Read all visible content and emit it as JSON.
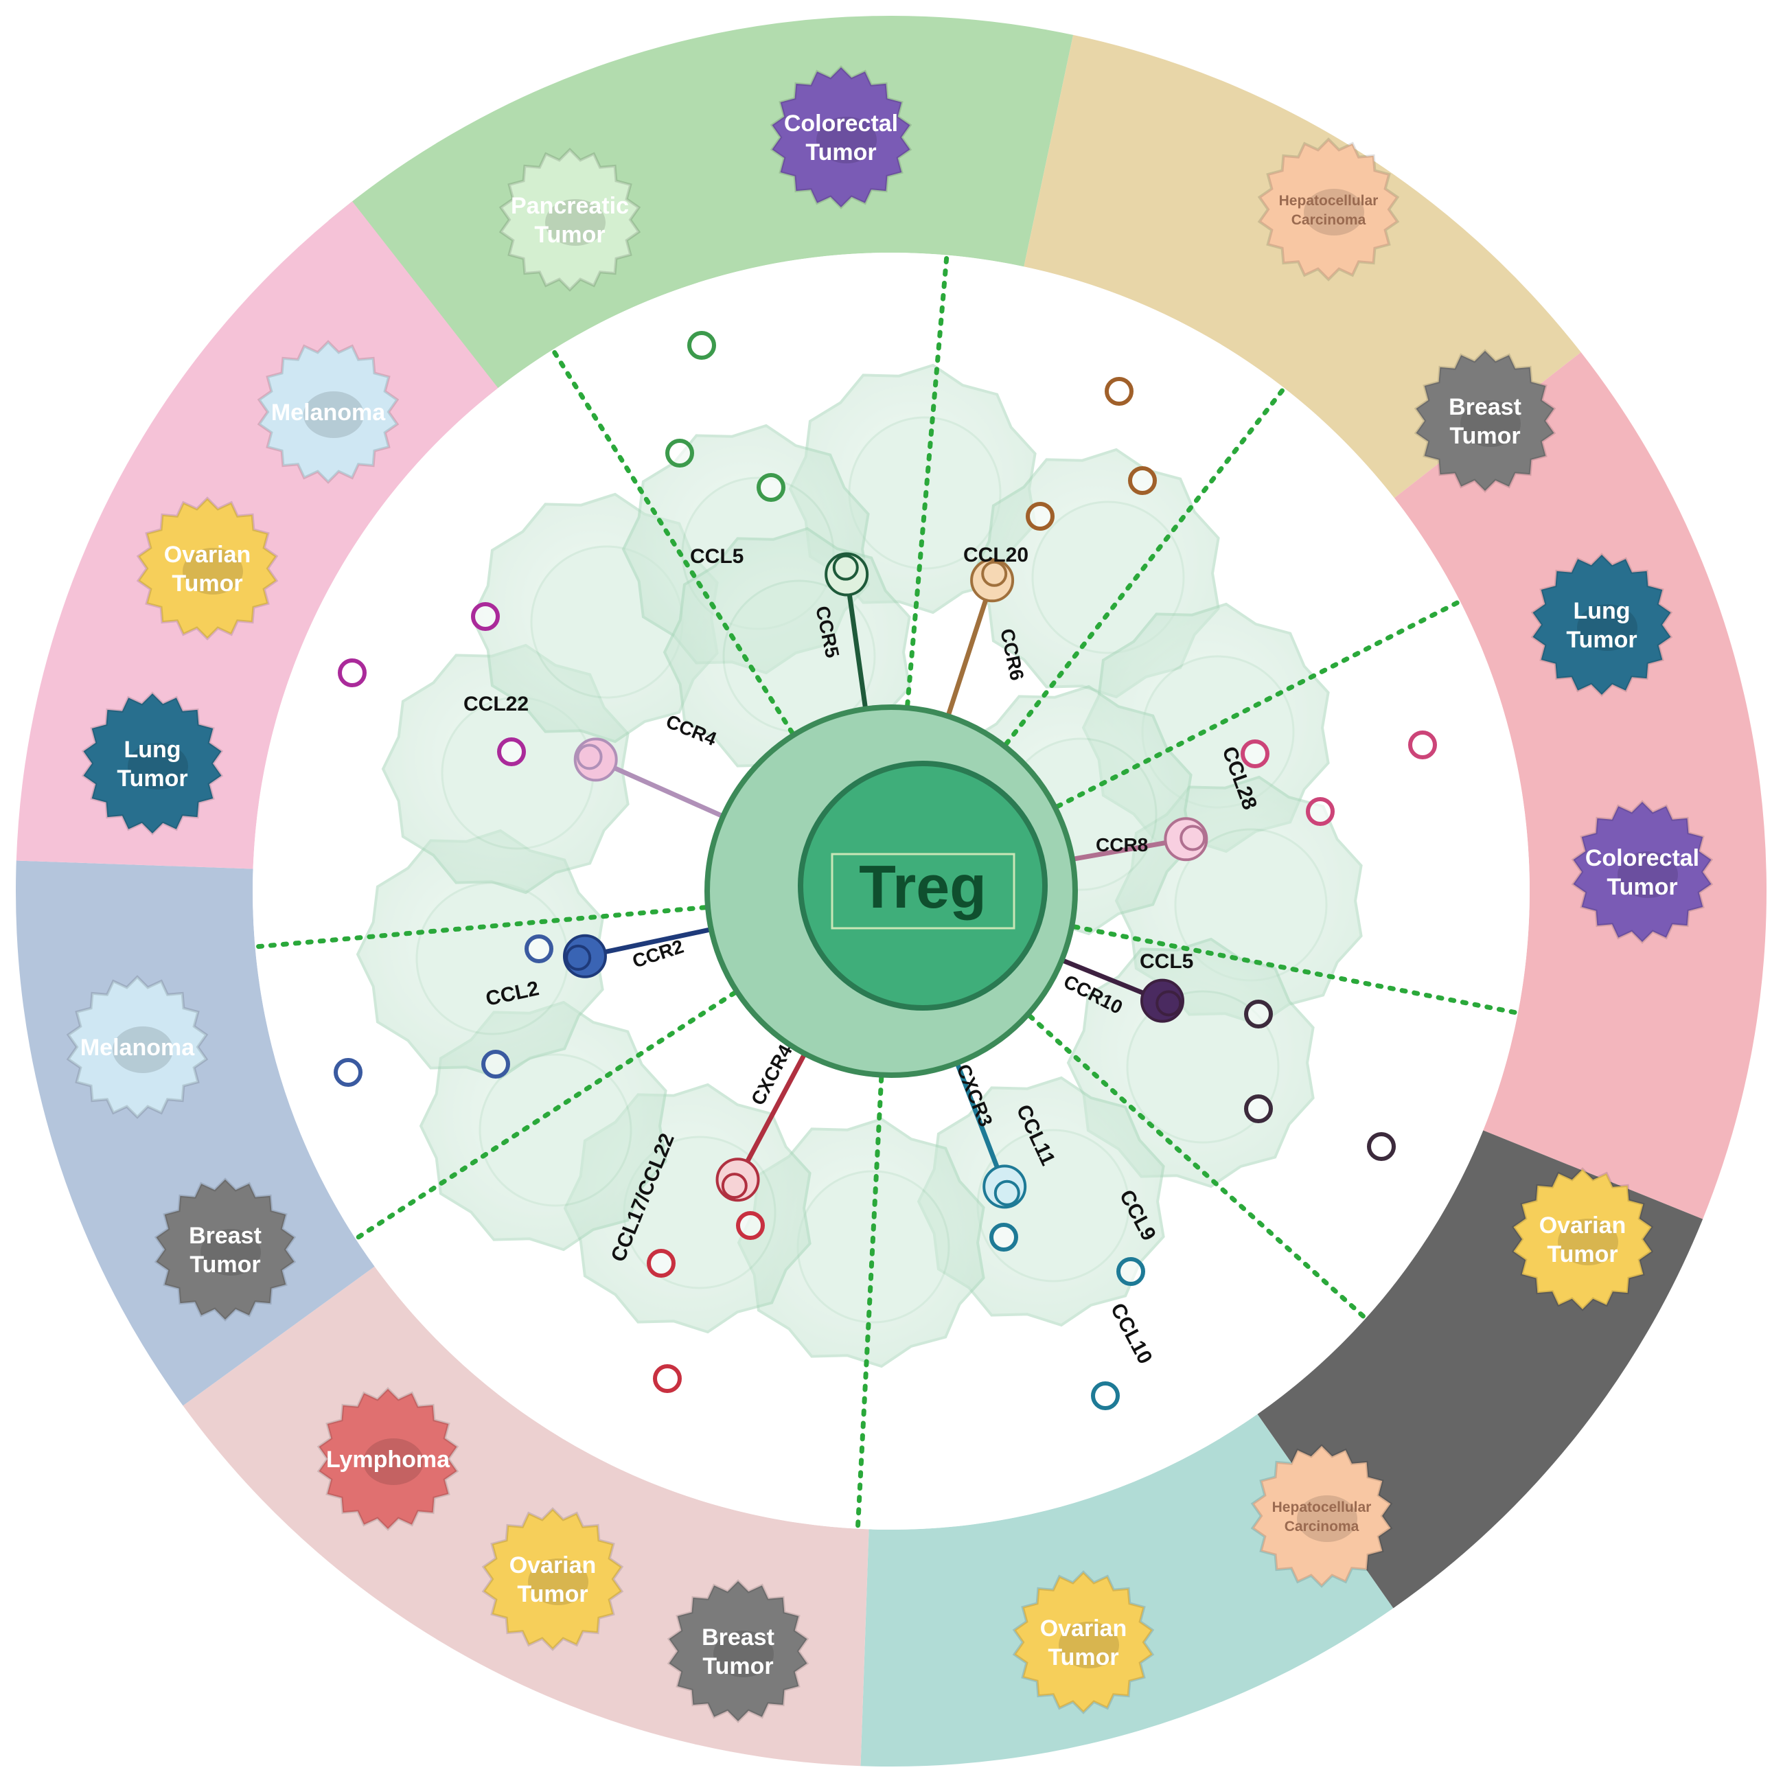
{
  "center": {
    "label": "Treg"
  },
  "sectors": [
    {
      "color": "#b2dcae",
      "tumors": [
        {
          "label": "Colorectal Tumor",
          "color": "#7a5bb5",
          "text_color": "#ffffff"
        },
        {
          "label": "Pancreatic Tumor",
          "color": "#d4efd0",
          "text_color": "#86cc90"
        }
      ]
    },
    {
      "color": "#e8d6a8",
      "tumors": [
        {
          "label": "Hepatocellular Carcinoma",
          "color": "#f8c7a3",
          "text_color": "#9a6a50"
        }
      ]
    },
    {
      "color": "#f3b6bd",
      "tumors": [
        {
          "label": "Breast Tumor",
          "color": "#7b7b7b",
          "text_color": "#dddddd"
        },
        {
          "label": "Lung Tumor",
          "color": "#286f8e",
          "text_color": "#9fd2e6"
        },
        {
          "label": "Colorectal Tumor",
          "color": "#7a5bb5",
          "text_color": "#ffffff"
        }
      ]
    },
    {
      "color": "#666666",
      "tumors": [
        {
          "label": "Ovarian Tumor",
          "color": "#f6cf5a",
          "text_color": "#a87b3a"
        }
      ]
    },
    {
      "color": "#b1dcd6",
      "tumors": [
        {
          "label": "Hepatocellular Carcinoma",
          "color": "#f8c7a3",
          "text_color": "#9a6a50"
        },
        {
          "label": "Ovarian Tumor",
          "color": "#f6cf5a",
          "text_color": "#a87b3a"
        }
      ]
    },
    {
      "color": "#ecd0d0",
      "tumors": [
        {
          "label": "Breast Tumor",
          "color": "#7b7b7b",
          "text_color": "#dddddd"
        },
        {
          "label": "Ovarian Tumor",
          "color": "#f6cf5a",
          "text_color": "#a87b3a"
        },
        {
          "label": "Lymphoma",
          "color": "#e07070",
          "text_color": "#f7caca"
        }
      ]
    },
    {
      "color": "#b4c5dc",
      "tumors": [
        {
          "label": "Breast Tumor",
          "color": "#7b7b7b",
          "text_color": "#dddddd"
        },
        {
          "label": "Melanoma",
          "color": "#cfe7f3",
          "text_color": "#7fb0c6"
        }
      ]
    },
    {
      "color": "#f5c2d7",
      "tumors": [
        {
          "label": "Lung Tumor",
          "color": "#286f8e",
          "text_color": "#9fd2e6"
        },
        {
          "label": "Ovarian Tumor",
          "color": "#f6cf5a",
          "text_color": "#a87b3a"
        },
        {
          "label": "Melanoma",
          "color": "#cfe7f3",
          "text_color": "#7fb0c6"
        }
      ]
    }
  ],
  "receptors": [
    {
      "receptor": "CCR5",
      "ligand": "CCL5",
      "color": "#1e5a3a",
      "head_color": "#dff1de"
    },
    {
      "receptor": "CCR6",
      "ligand": "CCL20",
      "color": "#a0703c",
      "head_color": "#f6d8b4"
    },
    {
      "receptor": "CCR8",
      "ligand": "CCL28",
      "color": "#b07090",
      "head_color": "#f8cfe0"
    },
    {
      "receptor": "CCR10",
      "ligand": "CCL5",
      "color": "#3d2040",
      "head_color": "#4a2a60"
    },
    {
      "receptor": "CXCR3",
      "ligand": "CCL11",
      "color": "#1e7a96",
      "head_color": "#d3edf4"
    },
    {
      "receptor": "",
      "ligand": "CCL9",
      "color": "#1e7a96",
      "head_color": "#d3edf4"
    },
    {
      "receptor": "",
      "ligand": "CCL10",
      "color": "#1e7a96",
      "head_color": "#d3edf4"
    },
    {
      "receptor": "CXCR4",
      "ligand": "CCL17/CCL22",
      "color": "#b03040",
      "head_color": "#f6d3d6"
    },
    {
      "receptor": "CCR2",
      "ligand": "CCL2",
      "color": "#1e3a7a",
      "head_color": "#3a64b4"
    },
    {
      "receptor": "CCR4",
      "ligand": "CCL22",
      "color": "#b090b8",
      "head_color": "#f4c4dc"
    }
  ],
  "chemokine_dot_colors": {
    "green": "#3c9a4c",
    "brown": "#a0602a",
    "pink": "#cc4478",
    "purple": "#aa2a9a",
    "dark": "#3c2a3c",
    "blue": "#3a5aa0",
    "red": "#c83040",
    "teal": "#1e7a96"
  }
}
